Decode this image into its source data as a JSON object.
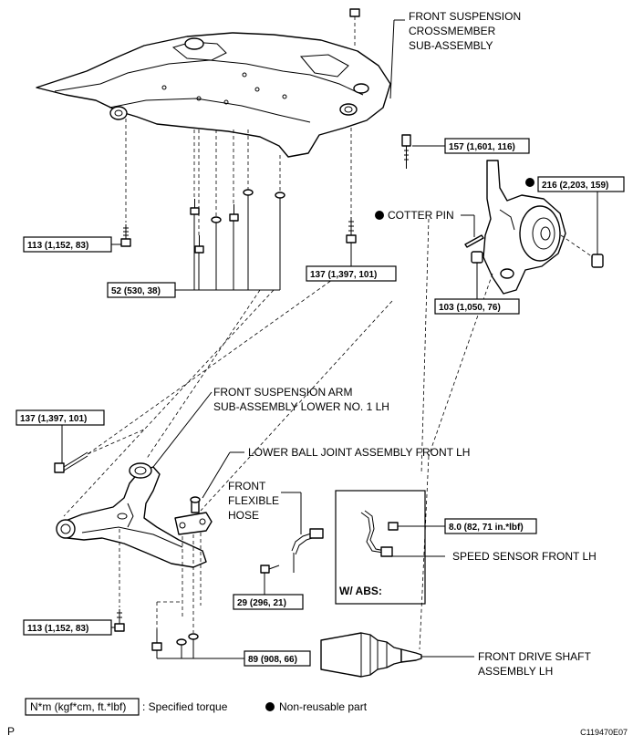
{
  "labels": {
    "crossmember": [
      "FRONT SUSPENSION",
      "CROSSMEMBER",
      "SUB-ASSEMBLY"
    ],
    "cotter_pin": "COTTER PIN",
    "lower_arm": [
      "FRONT SUSPENSION ARM",
      "SUB-ASSEMBLY LOWER NO. 1 LH"
    ],
    "ball_joint": "LOWER BALL JOINT ASSEMBLY FRONT LH",
    "flexible_hose": [
      "FRONT",
      "FLEXIBLE",
      "HOSE"
    ],
    "abs_box": "W/ ABS:",
    "speed_sensor": "SPEED SENSOR FRONT LH",
    "drive_shaft": [
      "FRONT DRIVE SHAFT",
      "ASSEMBLY LH"
    ]
  },
  "torques": {
    "t157": "157 (1,601, 116)",
    "t216": "216 (2,203, 159)",
    "t113a": "113 (1,152, 83)",
    "t137a": "137 (1,397, 101)",
    "t52": "52 (530, 38)",
    "t103": "103 (1,050, 76)",
    "t137b": "137 (1,397, 101)",
    "t8": "8.0 (82, 71 in.*lbf)",
    "t29": "29 (296, 21)",
    "t113b": "113 (1,152, 83)",
    "t89": "89 (908, 66)"
  },
  "legend": {
    "unit_box": "N*m (kgf*cm, ft.*lbf)",
    "specified": ": Specified torque",
    "non_reusable": "Non-reusable part"
  },
  "footer": {
    "left": "P",
    "right": "C119470E07"
  }
}
